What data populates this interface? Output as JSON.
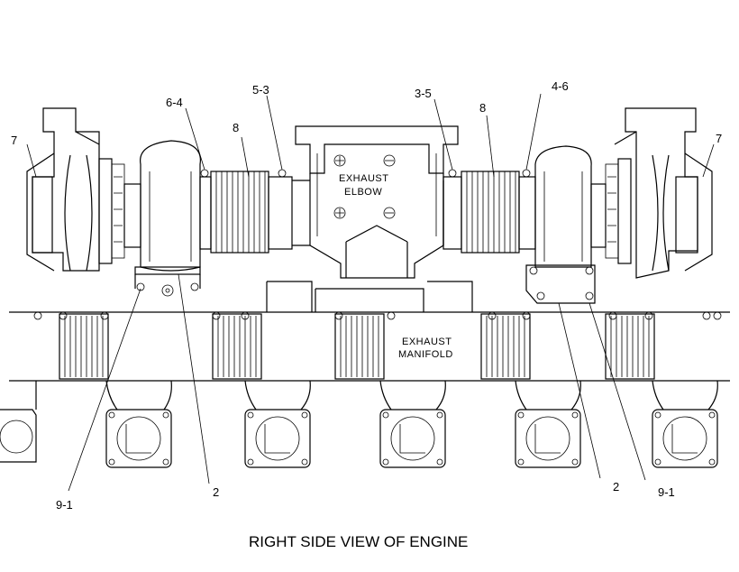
{
  "caption": "RIGHT SIDE VIEW OF ENGINE",
  "parts": {
    "elbow_line1": "EXHAUST",
    "elbow_line2": "ELBOW",
    "manifold_line1": "EXHAUST",
    "manifold_line2": "MANIFOLD"
  },
  "callouts": {
    "left_turbo": "7",
    "left_clamp_outer": "6-4",
    "left_bellows": "8",
    "left_clamp_inner": "5-3",
    "right_clamp_inner": "3-5",
    "right_bellows": "8",
    "right_clamp_outer": "4-6",
    "right_turbo": "7",
    "left_bolt": "9-1",
    "left_gasket": "2",
    "right_gasket": "2",
    "right_bolt": "9-1"
  }
}
